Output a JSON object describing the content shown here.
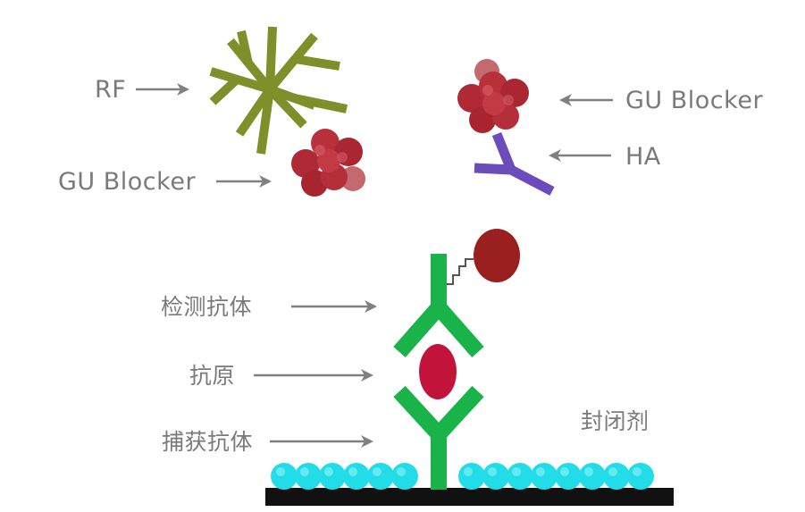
{
  "labels": {
    "rf": "RF",
    "gu_blocker_left": "GU Blocker",
    "gu_blocker_right": "GU Blocker",
    "ha": "HA",
    "detection_antibody": "检测抗体",
    "antigen": "抗原",
    "capture_antibody": "捕获抗体",
    "blocking_agent": "封闭剂"
  },
  "colors": {
    "label_text": "#7a7a7a",
    "arrow": "#808080",
    "rf_structure": "#7f8f2a",
    "gu_blocker": "#b8303a",
    "ha_antibody": "#6a4dbb",
    "antibody": "#19b34a",
    "antigen": "#c2143a",
    "label_enzyme": "#9a1f1f",
    "blocking_beads": "#22dde8",
    "plate": "#111111"
  },
  "icons": {
    "rf": "rheumatoid-factor-icon",
    "gu_blocker": "blocker-cluster-icon",
    "ha": "heterophilic-antibody-icon",
    "enzyme": "enzyme-label-icon"
  }
}
